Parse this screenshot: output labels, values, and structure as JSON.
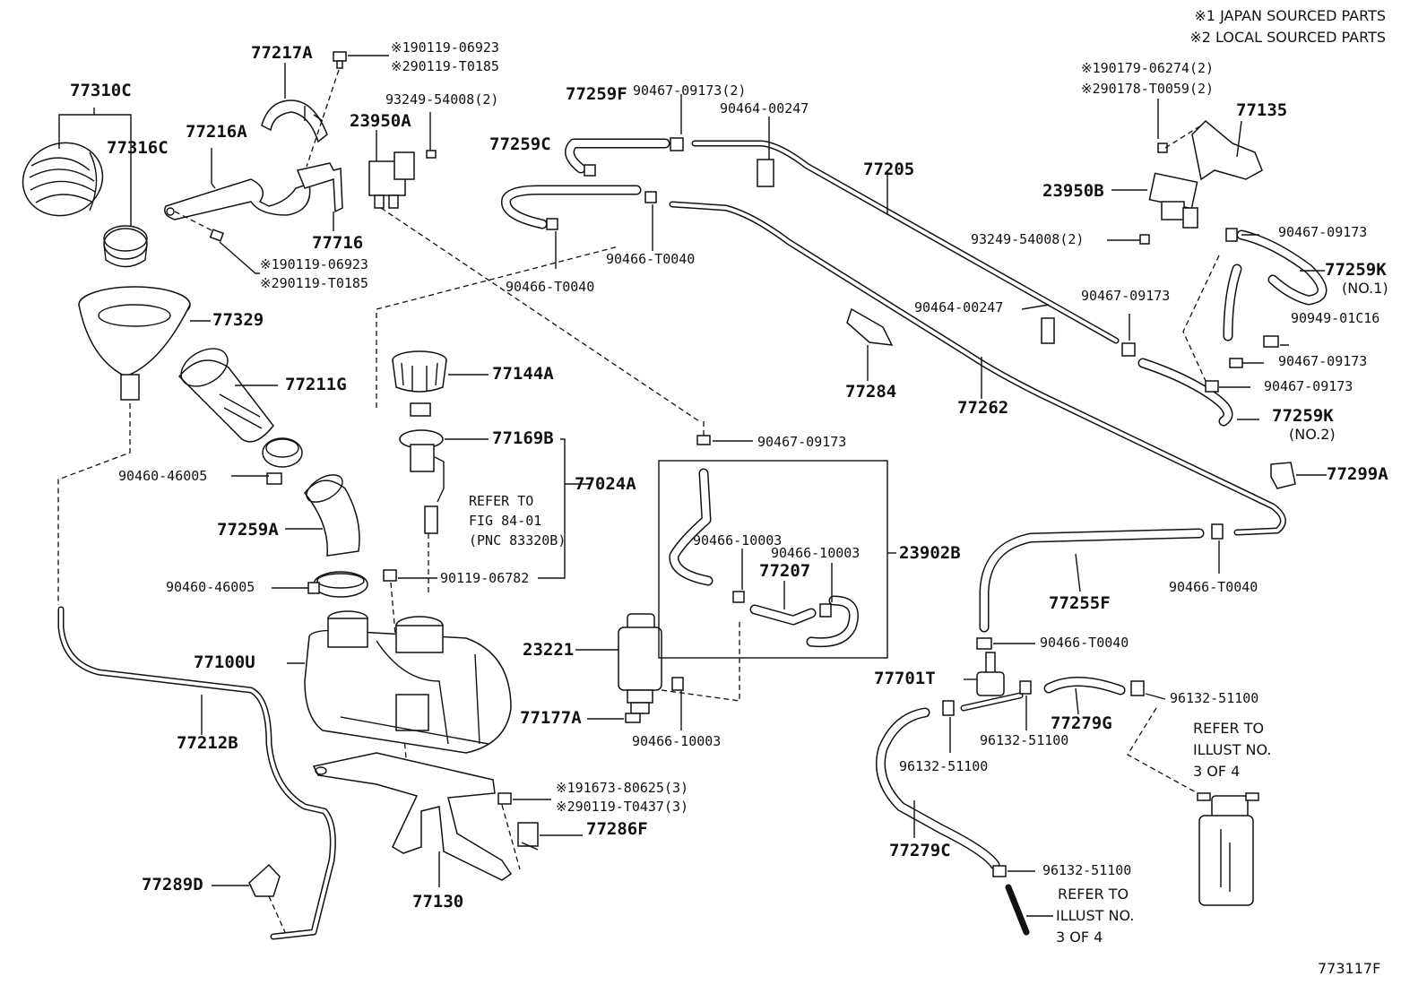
{
  "legend": {
    "line1": "※1 JAPAN SOURCED PARTS",
    "line2": "※2 LOCAL SOURCED PARTS"
  },
  "figure_id": "773117F",
  "labels": {
    "p77310C": "77310C",
    "p77316C": "77316C",
    "p77217A": "77217A",
    "p77216A": "77216A",
    "p77716": "77716",
    "p190119a": "※190119-06923",
    "p290119a": "※290119-T0185",
    "p190119b": "※190119-06923",
    "p290119b": "※290119-T0185",
    "p93249a": "93249-54008(2)",
    "p23950A": "23950A",
    "p77259F": "77259F",
    "p90467a": "90467-09173(2)",
    "p90464a": "90464-00247",
    "p77259C": "77259C",
    "p77205": "77205",
    "p90466t1": "90466-T0040",
    "p90466t2": "90466-T0040",
    "p190179": "※190179-06274(2)",
    "p290178": "※290178-T0059(2)",
    "p77135": "77135",
    "p23950B": "23950B",
    "p93249b": "93249-54008(2)",
    "p90467b": "90467-09173",
    "p77259K1": "77259K",
    "p77259K1sub": "(NO.1)",
    "p90949": "90949-01C16",
    "p90467c": "90467-09173",
    "p90467d": "90467-09173",
    "p90467e": "90467-09173",
    "p77259K2": "77259K",
    "p77259K2sub": "(NO.2)",
    "p77329": "77329",
    "p77211G": "77211G",
    "p77144A": "77144A",
    "p77284": "77284",
    "p90464b": "90464-00247",
    "p77262": "77262",
    "p90460a": "90460-46005",
    "p77169B": "77169B",
    "p77024A": "77024A",
    "p90467f": "90467-09173",
    "p77299A": "77299A",
    "p77259A": "77259A",
    "refer1a": "REFER TO",
    "refer1b": "FIG 84-01",
    "refer1c": "(PNC 83320B)",
    "p90466_10003a": "90466-10003",
    "p90466_10003b": "90466-10003",
    "p23902B": "23902B",
    "p77207": "77207",
    "p77255F": "77255F",
    "p90466t3": "90466-T0040",
    "p90460b": "90460-46005",
    "p90119": "90119-06782",
    "p23221": "23221",
    "p90466t4": "90466-T0040",
    "p77100U": "77100U",
    "p77701T": "77701T",
    "p96132a": "96132-51100",
    "p77177A": "77177A",
    "p90466_10003c": "90466-10003",
    "p96132b": "96132-51100",
    "p77279G": "77279G",
    "refer2a": "REFER TO",
    "refer2b": "ILLUST NO.",
    "refer2c": "3 OF 4",
    "p77212B": "77212B",
    "p96132c": "96132-51100",
    "p191673": "※191673-80625(3)",
    "p290119c": "※290119-T0437(3)",
    "p77286F": "77286F",
    "p77289D": "77289D",
    "p77130": "77130",
    "p77279C": "77279C",
    "p96132d": "96132-51100",
    "refer3a": "REFER TO",
    "refer3b": "ILLUST NO.",
    "refer3c": "3 OF 4"
  }
}
